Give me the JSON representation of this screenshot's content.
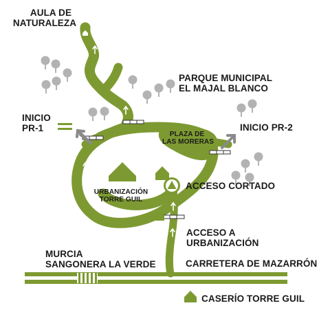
{
  "labels": {
    "aula": [
      "AULA DE",
      "NATURALEZA"
    ],
    "parque": [
      "PARQUE MUNICIPAL",
      "EL MAJAL BLANCO"
    ],
    "inicio_pr1": [
      "INICIO",
      "PR-1"
    ],
    "inicio_pr2": "INICIO PR-2",
    "plaza": [
      "PLAZA DE",
      "LAS MORERAS"
    ],
    "urbanizacion": [
      "URBANIZACIÓN",
      "TORRE GUIL"
    ],
    "acceso_cortado": "ACCESO CORTADO",
    "acceso_urbanizacion": [
      "ACCESO A",
      "URBANIZACIÓN"
    ],
    "murcia": [
      "MURCIA",
      "SANGONERA LA VERDE"
    ],
    "carretera": "CARRETERA DE MAZARRÓN",
    "caserio": "CASERÍO TORRE GUIL"
  },
  "colors": {
    "route": "#7d9a32",
    "tree": "#b3b3b3",
    "text": "#1a1a1a",
    "background": "#ffffff"
  },
  "icons": [
    "house-icon",
    "tree-icon",
    "warning-triangle-icon",
    "signpost-icon",
    "arrow-icon",
    "bridge-marker-icon",
    "road-icon"
  ]
}
